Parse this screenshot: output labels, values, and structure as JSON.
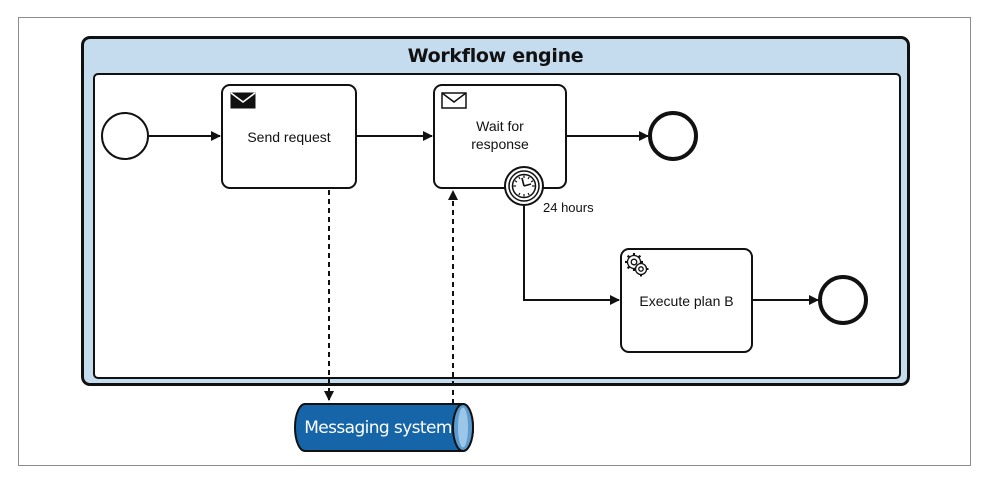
{
  "diagram": {
    "pool_title": "Workflow engine",
    "tasks": {
      "send_request": "Send request",
      "wait_for_response_line1": "Wait for",
      "wait_for_response_line2": "response",
      "execute_plan_b": "Execute plan B"
    },
    "timer_label": "24 hours",
    "messaging_system": "Messaging system",
    "colors": {
      "pool_fill": "#c5dcef",
      "messaging_fill": "#1565a8",
      "stroke": "#111111"
    }
  }
}
